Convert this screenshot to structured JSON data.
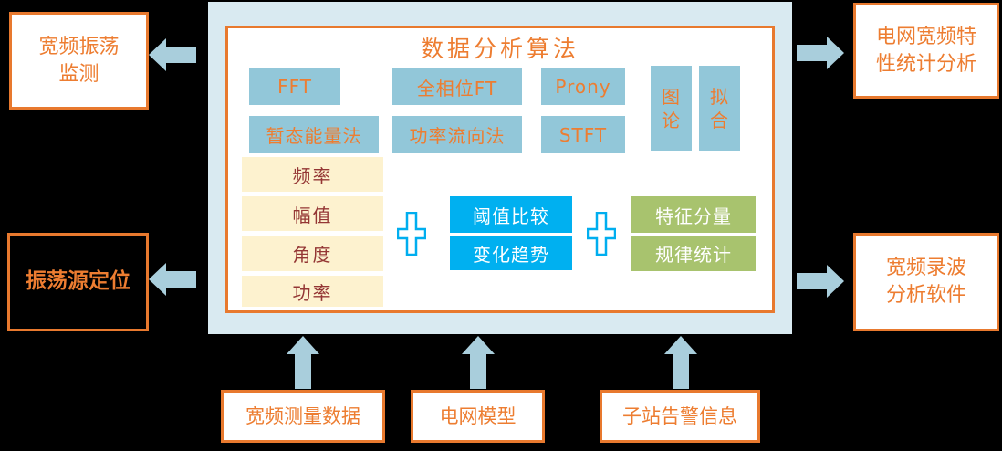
{
  "palette": {
    "background": "#000000",
    "panel_bg": "#D9EAF1",
    "inner_bg": "#FFFFFF",
    "orange": "#ED7D31",
    "algo_blue": "#92C7D9",
    "cream_bg": "#FDF2CF",
    "cream_text": "#943634",
    "cyan_bg": "#00B0F0",
    "green_bg": "#A8C36E",
    "arrow_blue": "#A9CEDC",
    "plus_blue": "#00AEEF"
  },
  "center": {
    "title": "数据分析算法",
    "algorithms": [
      "FFT",
      "全相位FT",
      "Prony",
      "暂态能量法",
      "功率流向法",
      "STFT"
    ],
    "vertical_algorithms": [
      "图论",
      "拟合"
    ],
    "quantities": [
      "频率",
      "幅值",
      "角度",
      "功率"
    ],
    "comparison_steps": [
      "阈值比较",
      "变化趋势"
    ],
    "statistic_steps": [
      "特征分量",
      "规律统计"
    ]
  },
  "left_outputs": [
    {
      "label": "宽频振荡监测"
    },
    {
      "label": "振荡源定位"
    }
  ],
  "right_outputs": [
    {
      "label": "电网宽频特性统计分析"
    },
    {
      "label": "宽频录波分析软件"
    }
  ],
  "inputs": [
    {
      "label": "宽频测量数据"
    },
    {
      "label": "电网模型"
    },
    {
      "label": "子站告警信息"
    }
  ]
}
